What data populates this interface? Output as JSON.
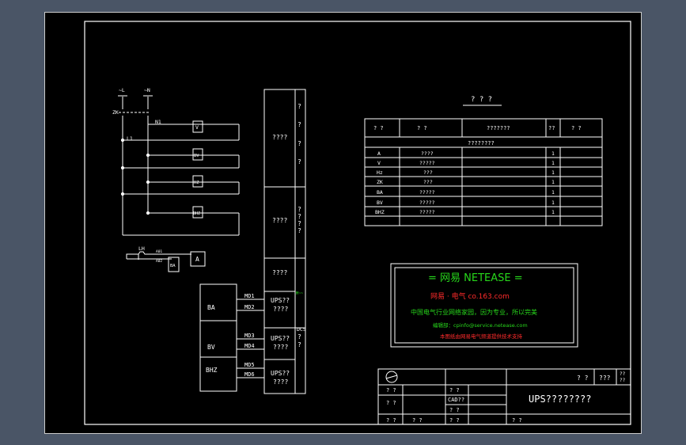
{
  "wiring": {
    "source_l": "~L",
    "source_n": "~N",
    "switch": "ZK",
    "node_n1": "N1",
    "node_l1": "L1",
    "meter_v": "V",
    "meter_bv": "BV",
    "meter_hz": "HZ",
    "meter_bhz": "BHZ",
    "ct_label": "LH",
    "ct_terminal_1": "A01",
    "ct_terminal_2": "A02",
    "transducer": "BA",
    "meter_a": "A"
  },
  "panel": {
    "sections": [
      {
        "label": "????",
        "side": [
          "?",
          "?",
          "?",
          "?"
        ]
      },
      {
        "label": "????",
        "side": [
          "?",
          "?",
          "?",
          "?"
        ]
      },
      {
        "label": "????",
        "side": []
      },
      {
        "label": "UPS??\n????",
        "side": []
      },
      {
        "label": "UPS??\n????",
        "side": [
          "?",
          "?"
        ]
      },
      {
        "label": "UPS??\n????",
        "side": []
      }
    ],
    "side_tag": "DCS",
    "green_tag": "M~~"
  },
  "outputs": {
    "blocks": [
      "BA",
      "BV",
      "BHZ"
    ],
    "signals": [
      "MD1",
      "MD2",
      "MD3",
      "MD4",
      "MD5",
      "MD6"
    ]
  },
  "table": {
    "title": "? ? ?",
    "headers": [
      "? ?",
      "?      ?",
      "???????",
      "??",
      "?   ?"
    ],
    "group": "????????",
    "rows": [
      {
        "code": "A",
        "name": "????",
        "qty": "1"
      },
      {
        "code": "V",
        "name": "?????",
        "qty": "1"
      },
      {
        "code": "Hz",
        "name": "???",
        "qty": "1"
      },
      {
        "code": "ZK",
        "name": "???",
        "qty": "1"
      },
      {
        "code": "BA",
        "name": "?????",
        "qty": "1"
      },
      {
        "code": "BV",
        "name": "?????",
        "qty": "1"
      },
      {
        "code": "BHZ",
        "name": "?????",
        "qty": "1"
      }
    ]
  },
  "netease": {
    "headline": "=  网易   NETEASE  =",
    "line2": "网易 · 电气      co.163.com",
    "line3": "中国电气行业网络家园，因为专业，所以完美",
    "line4": "编辑部：cpinfo@service.netease.com",
    "line5": "本图纸由网易电气频道提供技术支持"
  },
  "titleblock": {
    "cells": [
      "? ?",
      "? ?",
      "? ?",
      "? ?",
      "? ?",
      "CAD??",
      "? ?",
      "? ?"
    ],
    "top_right": [
      "?   ?",
      "???",
      "??\n??"
    ],
    "drawing_title": "UPS????????",
    "bottom_right": "?   ?"
  },
  "colors": {
    "sheet": "#000000",
    "line": "#ffffff",
    "green": "#27d71b",
    "red": "#ff2b2b"
  }
}
